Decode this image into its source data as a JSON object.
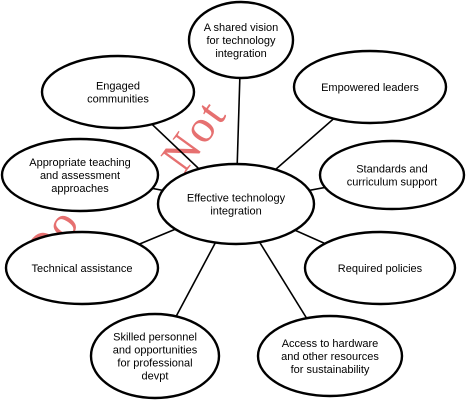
{
  "diagram": {
    "center": {
      "lines": [
        "Effective technology",
        "integration"
      ]
    },
    "nodes": [
      {
        "id": "shared-vision",
        "lines": [
          "A shared vision",
          "for technology",
          "integration"
        ]
      },
      {
        "id": "empowered-leaders",
        "lines": [
          "Empowered leaders"
        ]
      },
      {
        "id": "standards",
        "lines": [
          "Standards and",
          "curriculum support"
        ]
      },
      {
        "id": "required-policies",
        "lines": [
          "Required policies"
        ]
      },
      {
        "id": "access-hardware",
        "lines": [
          "Access to hardware",
          "and other resources",
          "for sustainability"
        ]
      },
      {
        "id": "skilled-personnel",
        "lines": [
          "Skilled personnel",
          "and opportunities",
          "for professional",
          "devpt"
        ]
      },
      {
        "id": "technical-assistance",
        "lines": [
          "Technical assistance"
        ]
      },
      {
        "id": "teaching-approaches",
        "lines": [
          "Appropriate teaching",
          "and assessment",
          "approaches"
        ]
      },
      {
        "id": "engaged-communities",
        "lines": [
          "Engaged",
          "communities"
        ]
      }
    ]
  },
  "watermark": {
    "words": [
      "Do",
      "Not"
    ]
  }
}
